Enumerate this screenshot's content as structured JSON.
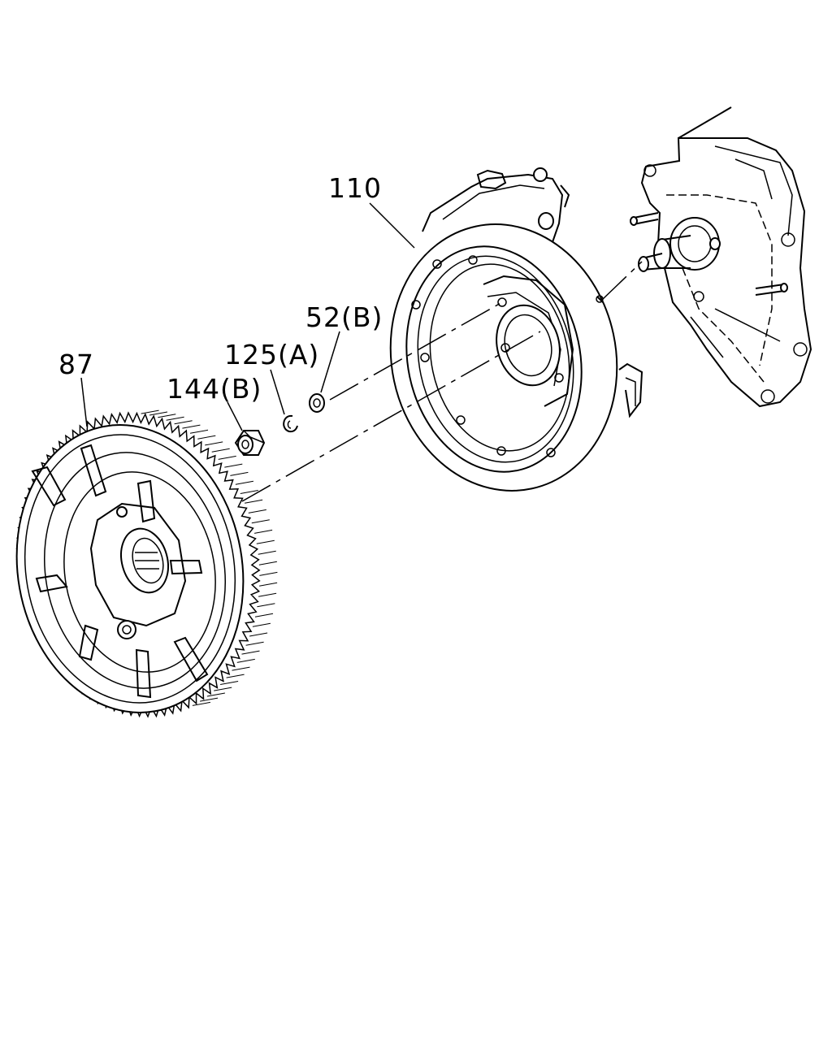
{
  "callouts": [
    {
      "id": "flywheel-ring-gear",
      "text": "87"
    },
    {
      "id": "nut",
      "text": "144(B)"
    },
    {
      "id": "snap-ring",
      "text": "125(A)"
    },
    {
      "id": "washer",
      "text": "52(B)"
    },
    {
      "id": "flywheel-housing",
      "text": "110"
    }
  ]
}
